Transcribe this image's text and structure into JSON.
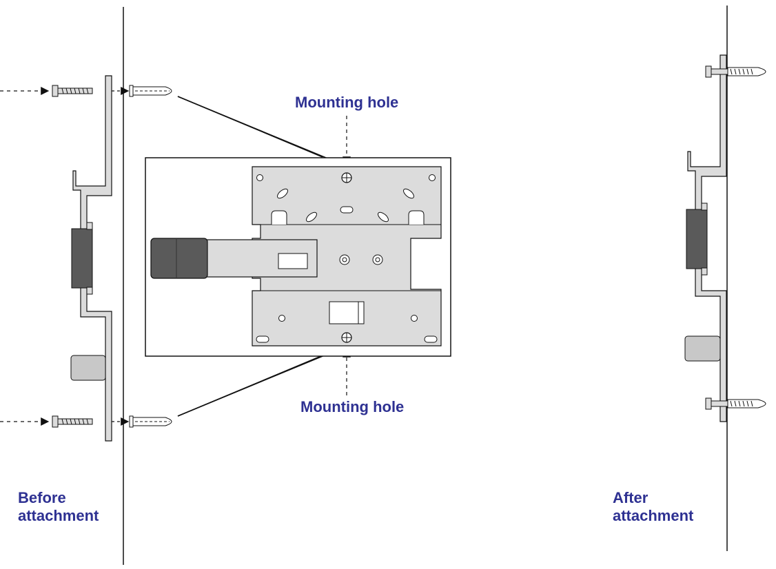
{
  "labels": {
    "mounting_hole_top": "Mounting hole",
    "mounting_hole_bottom": "Mounting hole",
    "before_line1": "Before",
    "before_line2": "attachment",
    "after_line1": "After",
    "after_line2": "attachment"
  },
  "colors": {
    "label_text": "#2e3192",
    "bracket_fill": "#d9d9d9",
    "dark_part": "#5a5a5a",
    "outline": "#111111",
    "gray_block": "#c8c8c8"
  }
}
